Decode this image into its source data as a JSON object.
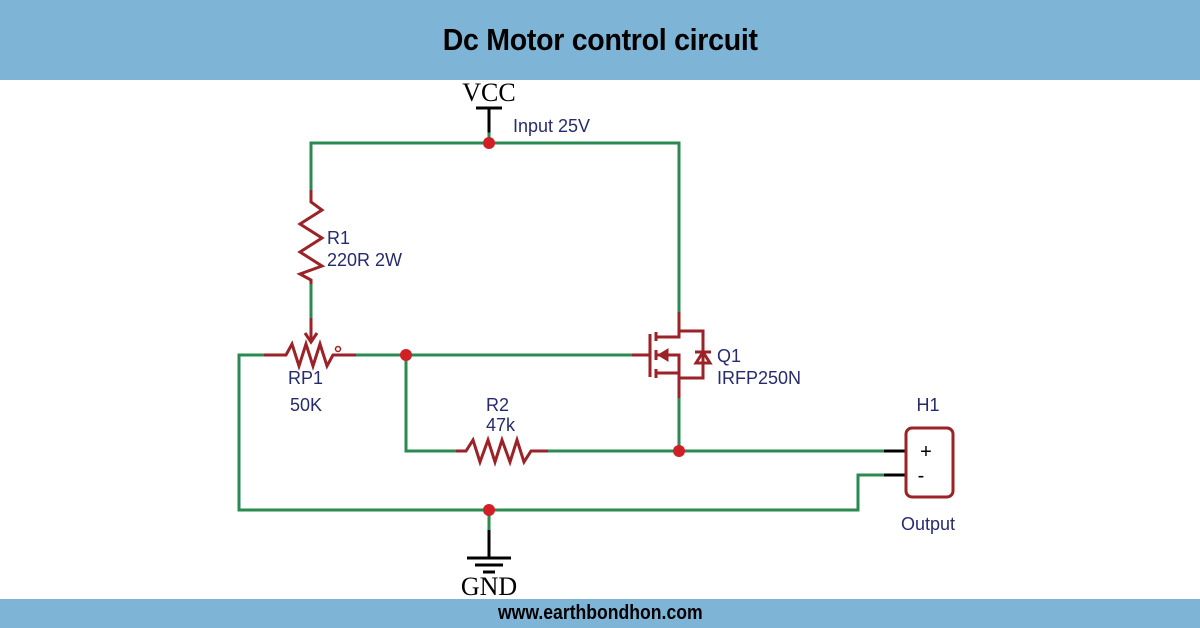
{
  "header": {
    "title": "Dc Motor control circuit"
  },
  "footer": {
    "website": "www.earthbondhon.com"
  },
  "colors": {
    "banner": "#7eb5d7",
    "wire": "#2a8a4f",
    "component": "#9b2226",
    "junction": "#d11f26",
    "label": "#262b6e"
  },
  "power": {
    "vcc_label": "VCC",
    "vcc_note": "Input 25V",
    "gnd_label": "GND"
  },
  "components": {
    "r1": {
      "ref": "R1",
      "value": "220R 2W",
      "type": "resistor"
    },
    "rp1": {
      "ref": "RP1",
      "value": "50K",
      "type": "potentiometer"
    },
    "r2": {
      "ref": "R2",
      "value": "47k",
      "type": "resistor"
    },
    "q1": {
      "ref": "Q1",
      "value": "IRFP250N",
      "type": "n-channel-mosfet"
    },
    "h1": {
      "ref": "H1",
      "value": "Output",
      "type": "output-header",
      "pins": [
        "+",
        "-"
      ]
    }
  }
}
